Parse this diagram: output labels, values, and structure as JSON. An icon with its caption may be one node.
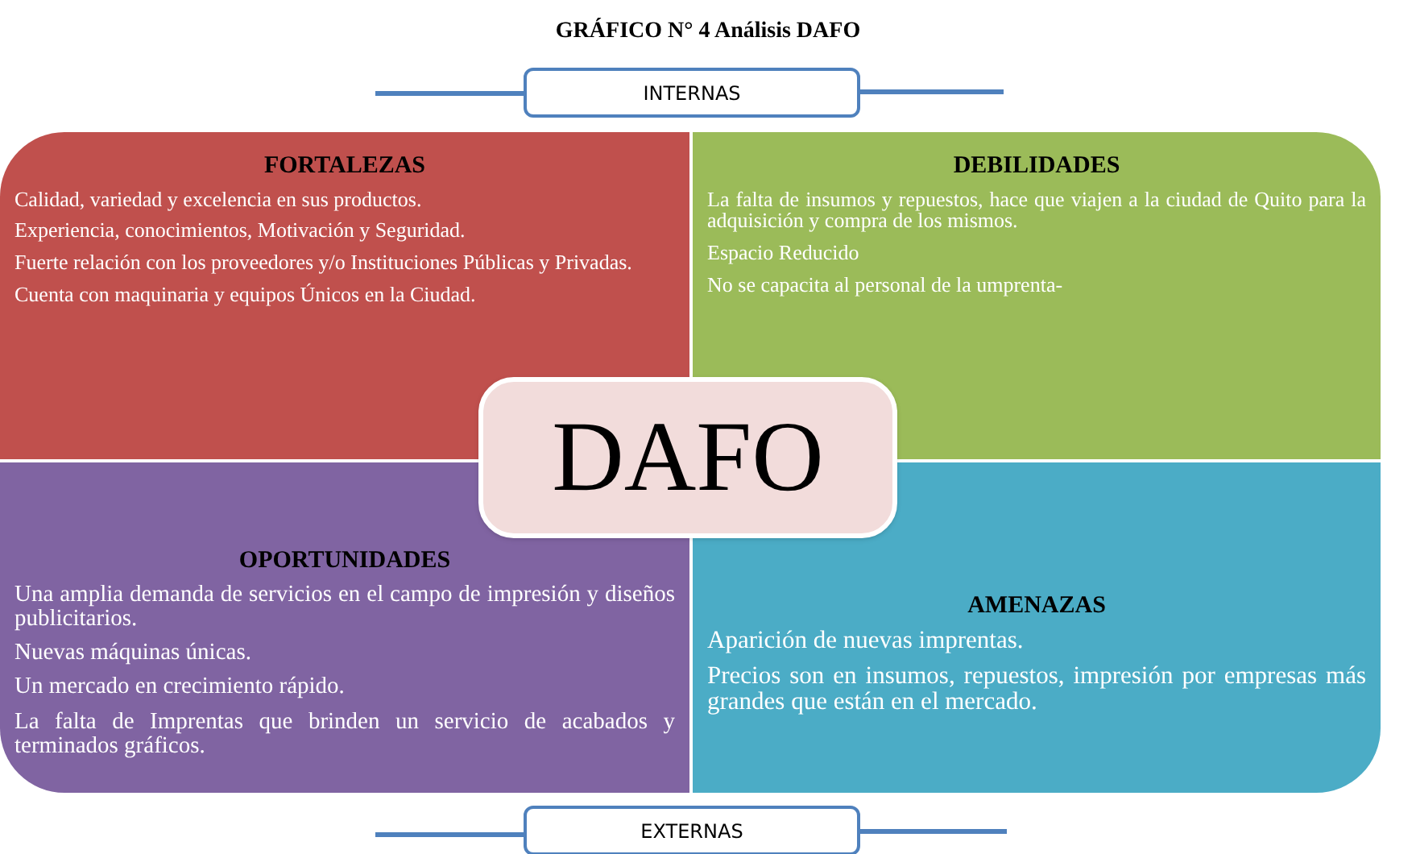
{
  "diagram": {
    "title": "GRÁFICO N° 4 Análisis DAFO",
    "nodes": [
      {
        "text": [
          "INTERNAS"
        ]
      },
      {
        "text": [
          "FORTALEZAS",
          "Calidad, variedad y excelencia en sus productos.",
          "Experiencia,  conocimientos, Motivación y Seguridad.",
          "Fuerte relación con los proveedores y/o Instituciones Públicas y Privadas.",
          "Cuenta con maquinaria y equipos Únicos en la Ciudad."
        ]
      },
      {
        "text": [
          "DEBILIDADES",
          "La falta de insumos y repuestos,  hace que viajen a la ciudad de Quito para la adquisición y compra de los mismos.",
          "Espacio Reducido",
          "No se capacita al personal de la umprenta-"
        ]
      },
      {
        "text": [
          "OPORTUNIDADES",
          "Una amplia demanda de servicios en el campo de impresión y diseños publicitarios.",
          "Nuevas máquinas únicas.",
          "Un mercado en crecimiento rápido.",
          "La falta de Imprentas que brinden un servicio de acabados y terminados gráficos."
        ]
      },
      {
        "text": [
          "AMENAZAS",
          "Aparición de nuevas imprentas.",
          "Precios son en insumos, repuestos, impresión por empresas más grandes que están en el mercado."
        ]
      },
      {
        "text": [
          "DAFO"
        ]
      },
      {
        "text": [
          "EXTERNAS"
        ]
      }
    ]
  }
}
